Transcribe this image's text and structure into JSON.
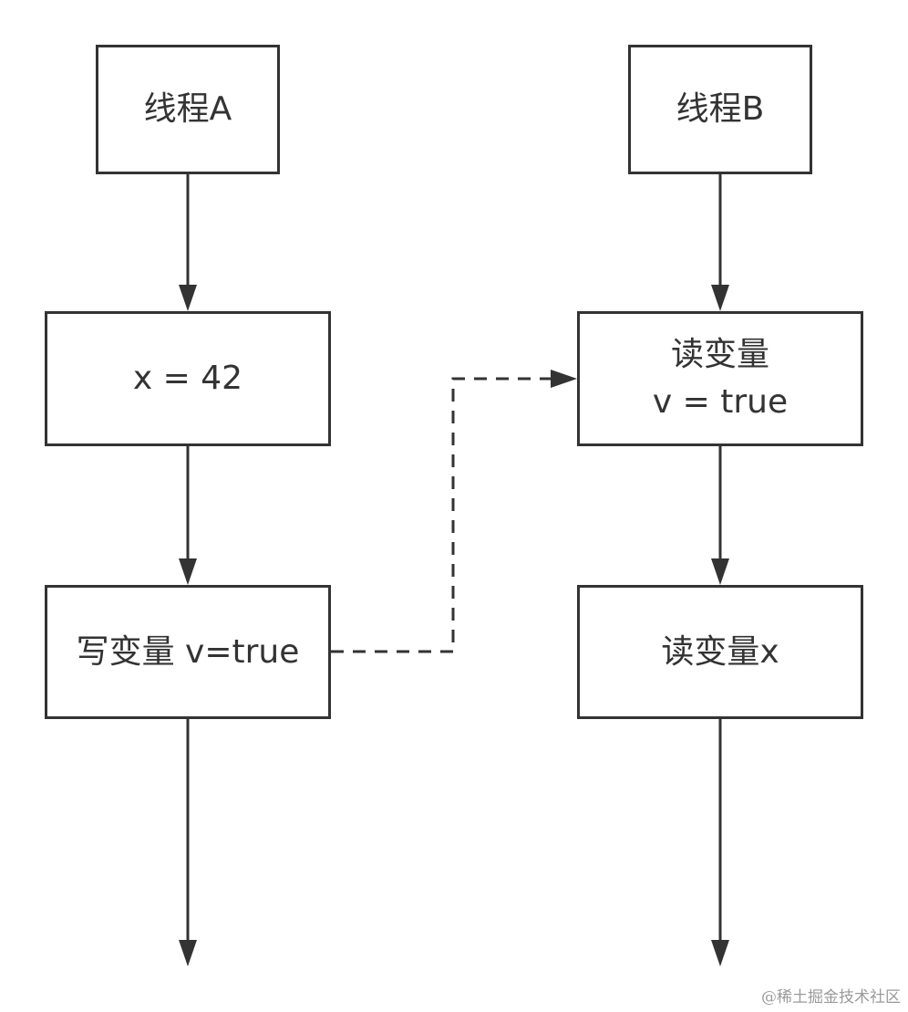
{
  "nodes": {
    "thread_a": "线程A",
    "thread_b": "线程B",
    "assign_x": "x = 42",
    "read_v_line1": "读变量",
    "read_v_line2": "v = true",
    "write_v": "写变量 v=true",
    "read_x": "读变量x"
  },
  "watermark": "@稀土掘金技术社区",
  "colors": {
    "stroke": "#333333",
    "background": "#ffffff",
    "watermark": "#9a9a9a"
  }
}
